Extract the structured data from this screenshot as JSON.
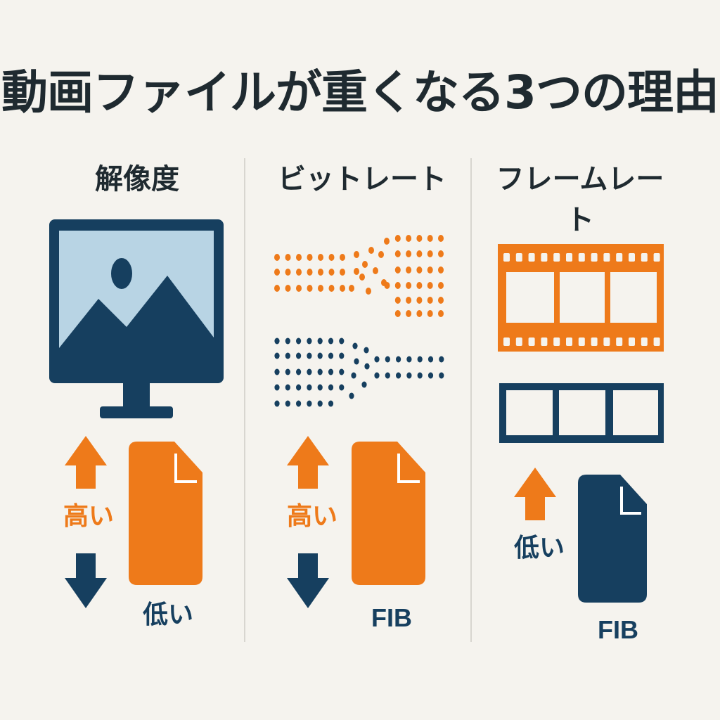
{
  "title": "動画ファイルが重くなる3つの理由",
  "colors": {
    "orange": "#EE7A1A",
    "navy": "#163F5F",
    "screen": "#B8D4E4",
    "background": "#F5F3EE"
  },
  "columns": [
    {
      "heading": "解像度",
      "high_label": "高い",
      "low_label": "低い",
      "icons": [
        "monitor-icon",
        "arrow-up-icon",
        "arrow-down-icon",
        "file-icon"
      ]
    },
    {
      "heading": "ビットレート",
      "high_label": "高い",
      "file_label": "FIB",
      "icons": [
        "dot-stream-icon",
        "arrow-up-icon",
        "arrow-down-icon",
        "file-icon"
      ]
    },
    {
      "heading": "フレームレート",
      "low_label": "低い",
      "file_label": "FIB",
      "icons": [
        "film-strip-icon",
        "arrow-up-icon",
        "file-icon"
      ]
    }
  ]
}
